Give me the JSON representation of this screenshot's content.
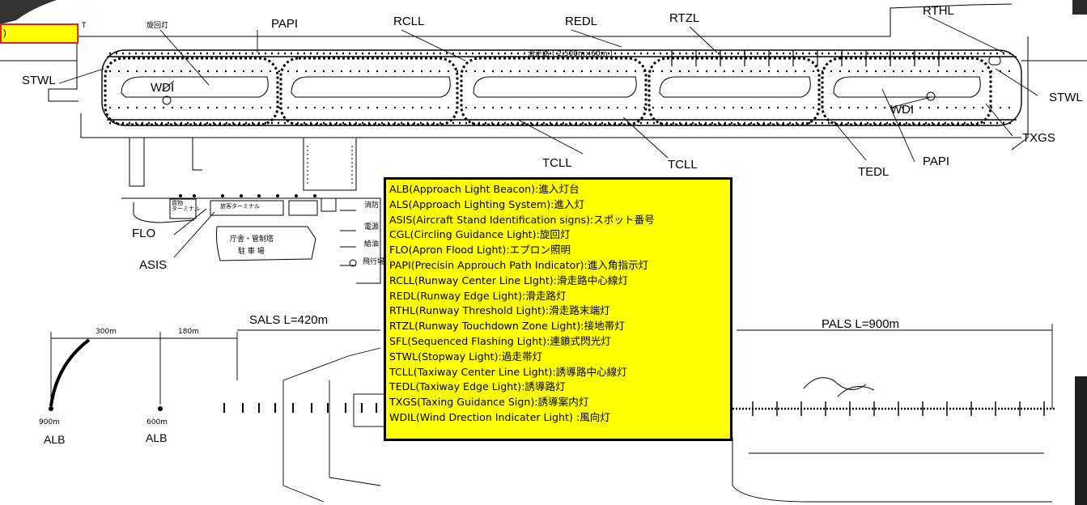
{
  "header_labels": {
    "cgl": "旋回灯",
    "papi_top": "PAPI",
    "rcll": "RCLL",
    "redl": "REDL",
    "rtzl": "RTZL",
    "rthl": "RTHL",
    "t_mark": "T",
    "runway_dim": "滑走路 ( 2,500m×60m )"
  },
  "left_tag": ")",
  "side_labels": {
    "stwl_left": "STWL",
    "stwl_right": "STWL",
    "wdi_left": "WDI",
    "wdi_right": "WDI",
    "txgs": "TXGS",
    "tcll_1": "TCLL",
    "tcll_2": "TCLL",
    "tedl": "TEDL",
    "papi_bottom": "PAPI"
  },
  "terminal_labels": {
    "flo": "FLO",
    "asis": "ASIS",
    "cargo": "貨物\nターミナル",
    "passenger": "旅客ターミナル",
    "tower": "庁舎・管制塔",
    "parking": "駐 車 場",
    "fire": "消防",
    "power": "電源",
    "water": "給油",
    "flight": "飛行場"
  },
  "approach": {
    "sals": "SALS L=420m",
    "pals": "PALS L=900m",
    "d300": "300m",
    "d180": "180m",
    "p900": "900m",
    "p600": "600m",
    "alb1": "ALB",
    "alb2": "ALB"
  },
  "legend_items": [
    "ALB(Approach Light Beacon):進入灯台",
    "ALS(Approach Lighting System):進入灯",
    "ASIS(Aircraft Stand Identification signs):スポット番号",
    "CGL(Circling Guidance Light):旋回灯",
    "FLO(Apron Flood Light):エプロン照明",
    "PAPI(Precisin Approuch Path Indicator):進入角指示灯",
    "RCLL(Runway Center Line LIght):滑走路中心線灯",
    "REDL(Runway Edge Light):滑走路灯",
    "RTHL(Runway Threshold Light):滑走路末端灯",
    "RTZL(Runway Touchdown Zone Light):接地帯灯",
    "SFL(Sequenced Flashing Light):連鎖式閃光灯",
    "STWL(Stopway Light):過走帯灯",
    "TCLL(Taxiway Center Line Light):誘導路中心線灯",
    "TEDL(Taxiway Edge Light):誘導路灯",
    "TXGS(Taxing Guidance Sign):誘導案内灯",
    "WDIL(Wind Drection Indicater Light) :風向灯"
  ],
  "colors": {
    "legend_bg": "#ffff00",
    "tag_border": "#d9261c"
  }
}
